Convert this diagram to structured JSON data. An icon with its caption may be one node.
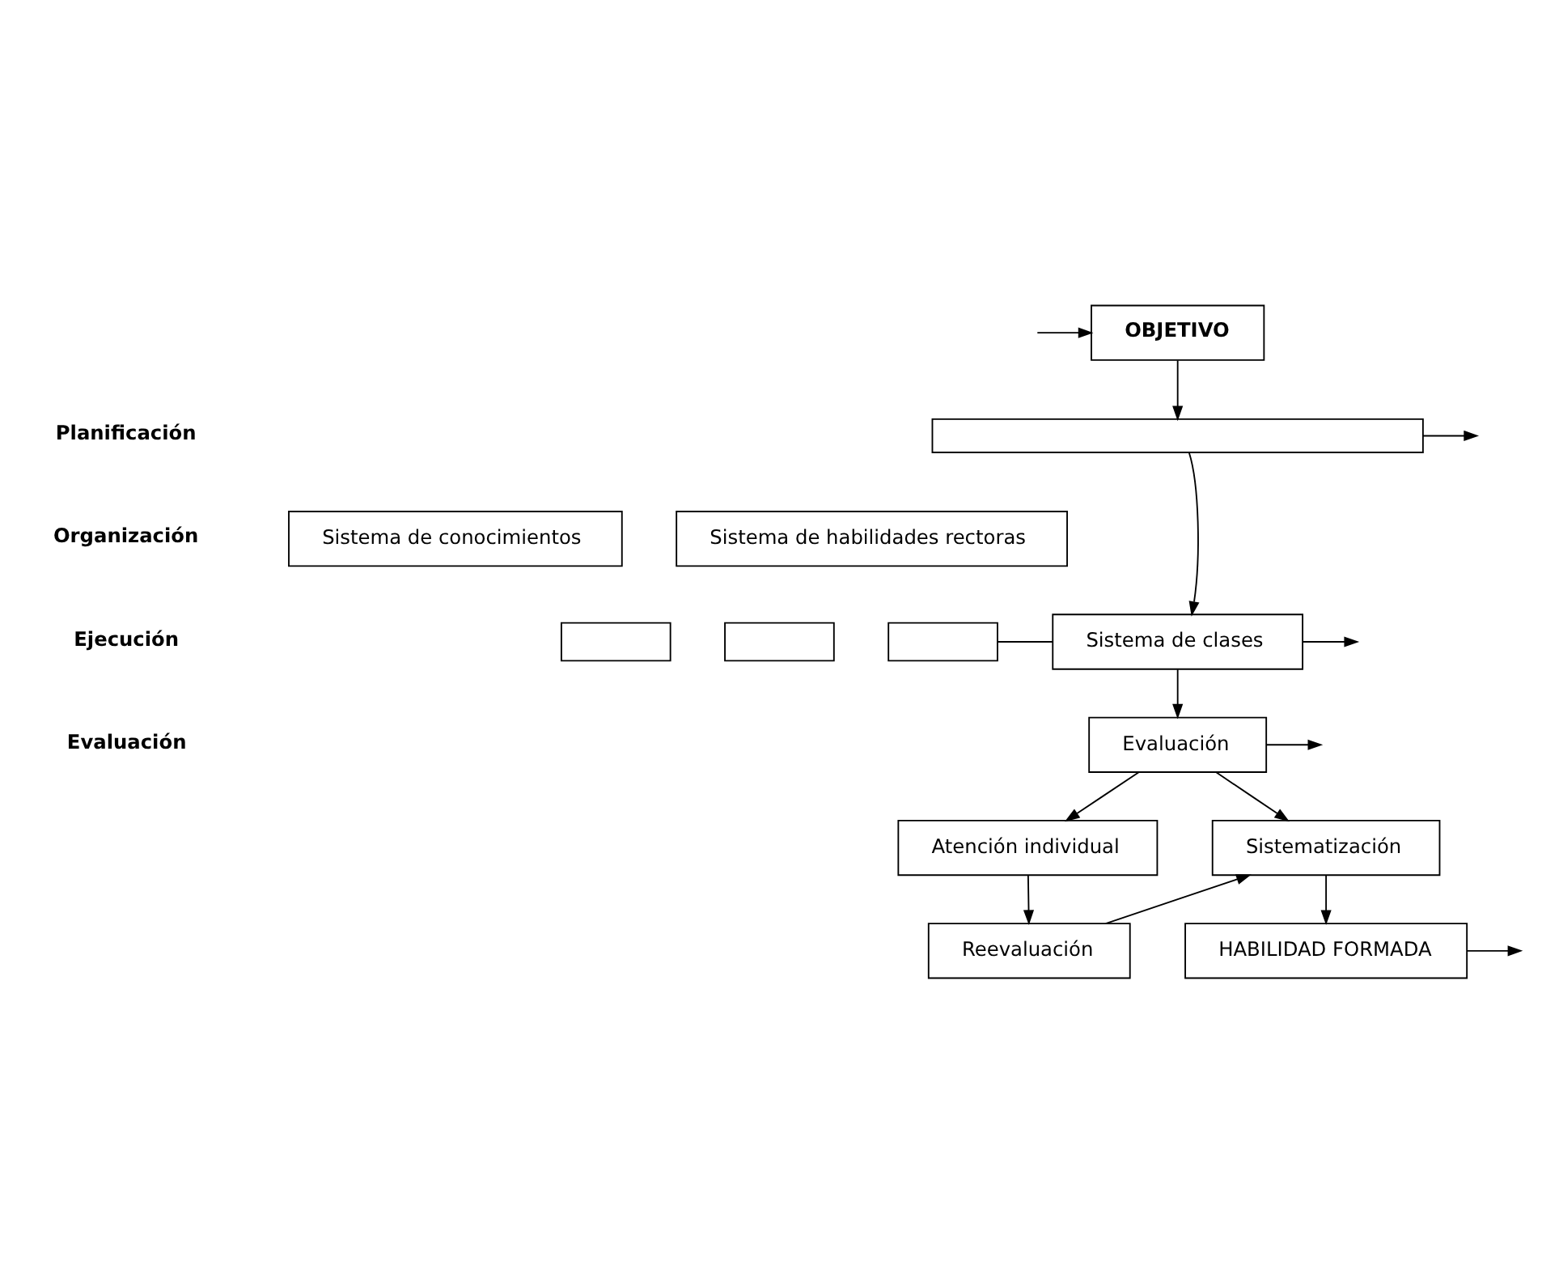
{
  "diagram": {
    "nodes": [
      {
        "text": [
          "OBJETIVO"
        ]
      },
      {
        "text": [],
        "shape": "box"
      },
      {
        "text": [
          "Sistema de conocimientos"
        ]
      },
      {
        "text": [
          "Sistema de habilidades rectoras"
        ]
      },
      {
        "text": [
          "Sistema de clases"
        ]
      },
      {
        "text": [],
        "shape": "box"
      },
      {
        "text": [],
        "shape": "box"
      },
      {
        "text": [],
        "shape": "box"
      },
      {
        "text": [
          "Evaluación"
        ]
      },
      {
        "text": [
          "Atención individual"
        ]
      },
      {
        "text": [
          "Sistematización"
        ]
      },
      {
        "text": [
          "Reevaluación"
        ]
      },
      {
        "text": [
          "HABILIDAD FORMADA"
        ]
      }
    ],
    "edges": [
      {
        "from": null,
        "to": 0,
        "arrow": "to"
      },
      {
        "from": 0,
        "to": 1,
        "arrow": "to"
      },
      {
        "from": 1,
        "to": 4,
        "arrow": "to"
      },
      {
        "from": 1,
        "to": null,
        "arrow": "to"
      },
      {
        "from": 7,
        "to": 4,
        "arrow": "none"
      },
      {
        "from": 4,
        "to": 8,
        "arrow": "to"
      },
      {
        "from": 4,
        "to": null,
        "arrow": "to"
      },
      {
        "from": 8,
        "to": 9,
        "arrow": "to"
      },
      {
        "from": 8,
        "to": 10,
        "arrow": "to"
      },
      {
        "from": 8,
        "to": null,
        "arrow": "to"
      },
      {
        "from": 9,
        "to": 11,
        "arrow": "to"
      },
      {
        "from": 11,
        "to": 10,
        "arrow": "to"
      },
      {
        "from": 10,
        "to": 12,
        "arrow": "to"
      },
      {
        "from": 12,
        "to": null,
        "arrow": "to"
      }
    ],
    "labels": [
      "Planificación",
      "Organización",
      "Ejecución",
      "Evaluación"
    ]
  }
}
